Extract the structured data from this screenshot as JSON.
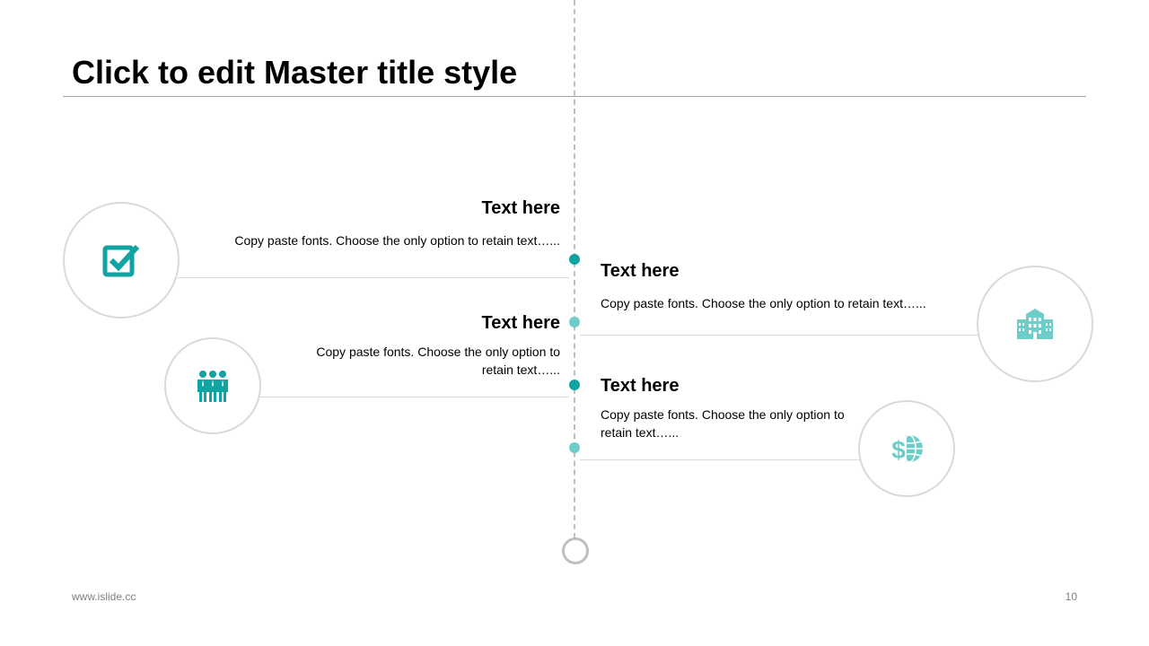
{
  "title": "Click to edit Master title style",
  "colors": {
    "teal_dark": "#0fa3a1",
    "teal_light": "#6ecdc9",
    "line_gray": "#d9d9d9",
    "rule_gray": "#a6a6a6"
  },
  "items": [
    {
      "heading": "Text here",
      "body": "Copy paste fonts. Choose the only option to retain text…...",
      "icon": "checkbox-icon"
    },
    {
      "heading": "Text here",
      "body": "Copy paste fonts. Choose the only option to retain text…...",
      "icon": "building-icon"
    },
    {
      "heading": "Text here",
      "body": "Copy paste fonts. Choose the only option to retain text…...",
      "icon": "team-icon"
    },
    {
      "heading": "Text here",
      "body": "Copy paste fonts. Choose the only option to retain text…...",
      "icon": "dollar-globe-icon"
    }
  ],
  "footer": {
    "url": "www.islide.cc",
    "page": "10"
  }
}
